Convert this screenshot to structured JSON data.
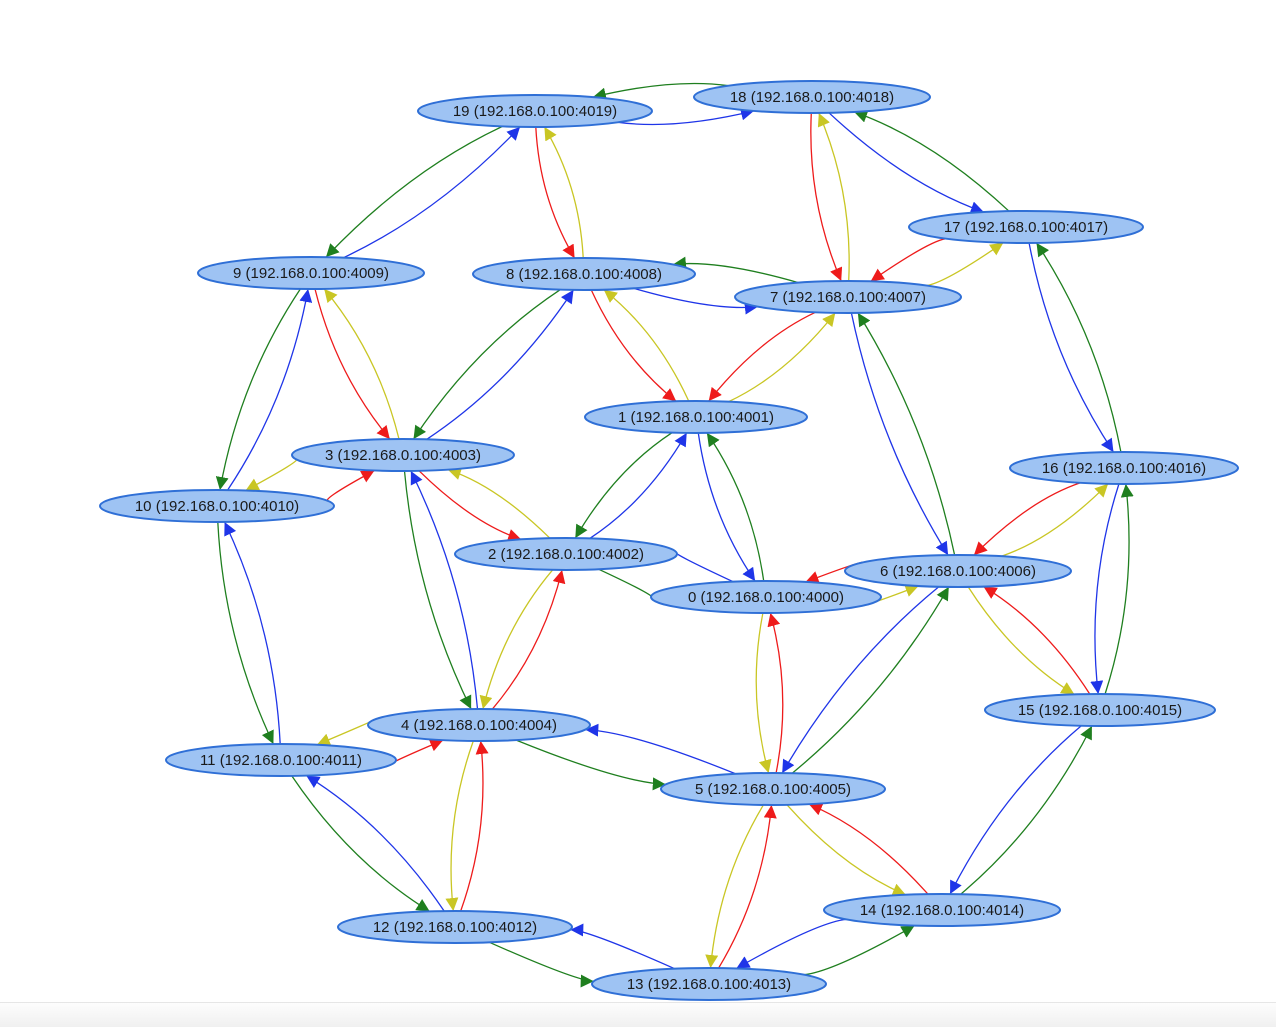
{
  "colors": {
    "node_fill": "#9ec3f3",
    "node_stroke": "#2f6fd6",
    "edge_colors": {
      "red": "#ee1b1b",
      "green": "#1f7f1f",
      "blue": "#1f35e8",
      "yellow": "#c9c624"
    }
  },
  "nodes": [
    {
      "id": "0",
      "label": "0 (192.168.0.100:4000)"
    },
    {
      "id": "1",
      "label": "1 (192.168.0.100:4001)"
    },
    {
      "id": "2",
      "label": "2 (192.168.0.100:4002)"
    },
    {
      "id": "3",
      "label": "3 (192.168.0.100:4003)"
    },
    {
      "id": "4",
      "label": "4 (192.168.0.100:4004)"
    },
    {
      "id": "5",
      "label": "5 (192.168.0.100:4005)"
    },
    {
      "id": "6",
      "label": "6 (192.168.0.100:4006)"
    },
    {
      "id": "7",
      "label": "7 (192.168.0.100:4007)"
    },
    {
      "id": "8",
      "label": "8 (192.168.0.100:4008)"
    },
    {
      "id": "9",
      "label": "9 (192.168.0.100:4009)"
    },
    {
      "id": "10",
      "label": "10 (192.168.0.100:4010)"
    },
    {
      "id": "11",
      "label": "11 (192.168.0.100:4011)"
    },
    {
      "id": "12",
      "label": "12 (192.168.0.100:4012)"
    },
    {
      "id": "13",
      "label": "13 (192.168.0.100:4013)"
    },
    {
      "id": "14",
      "label": "14 (192.168.0.100:4014)"
    },
    {
      "id": "15",
      "label": "15 (192.168.0.100:4015)"
    },
    {
      "id": "16",
      "label": "16 (192.168.0.100:4016)"
    },
    {
      "id": "17",
      "label": "17 (192.168.0.100:4017)"
    },
    {
      "id": "18",
      "label": "18 (192.168.0.100:4018)"
    },
    {
      "id": "19",
      "label": "19 (192.168.0.100:4019)"
    }
  ],
  "edges": [
    {
      "from": "1",
      "to": "0",
      "color": "blue"
    },
    {
      "from": "0",
      "to": "1",
      "color": "green"
    },
    {
      "from": "0",
      "to": "2",
      "color": "blue"
    },
    {
      "from": "2",
      "to": "0",
      "color": "green"
    },
    {
      "from": "0",
      "to": "5",
      "color": "yellow"
    },
    {
      "from": "5",
      "to": "0",
      "color": "red"
    },
    {
      "from": "0",
      "to": "6",
      "color": "yellow"
    },
    {
      "from": "6",
      "to": "0",
      "color": "red"
    },
    {
      "from": "1",
      "to": "2",
      "color": "green"
    },
    {
      "from": "2",
      "to": "1",
      "color": "blue"
    },
    {
      "from": "1",
      "to": "7",
      "color": "yellow"
    },
    {
      "from": "7",
      "to": "1",
      "color": "red"
    },
    {
      "from": "8",
      "to": "1",
      "color": "red"
    },
    {
      "from": "1",
      "to": "8",
      "color": "yellow"
    },
    {
      "from": "3",
      "to": "2",
      "color": "red"
    },
    {
      "from": "2",
      "to": "3",
      "color": "yellow"
    },
    {
      "from": "2",
      "to": "4",
      "color": "yellow"
    },
    {
      "from": "4",
      "to": "2",
      "color": "red"
    },
    {
      "from": "3",
      "to": "4",
      "color": "green"
    },
    {
      "from": "4",
      "to": "3",
      "color": "blue"
    },
    {
      "from": "3",
      "to": "8",
      "color": "blue"
    },
    {
      "from": "8",
      "to": "3",
      "color": "green"
    },
    {
      "from": "9",
      "to": "3",
      "color": "red"
    },
    {
      "from": "3",
      "to": "9",
      "color": "yellow"
    },
    {
      "from": "10",
      "to": "3",
      "color": "red"
    },
    {
      "from": "3",
      "to": "10",
      "color": "yellow"
    },
    {
      "from": "4",
      "to": "5",
      "color": "green"
    },
    {
      "from": "5",
      "to": "4",
      "color": "blue"
    },
    {
      "from": "4",
      "to": "11",
      "color": "yellow"
    },
    {
      "from": "11",
      "to": "4",
      "color": "red"
    },
    {
      "from": "4",
      "to": "12",
      "color": "yellow"
    },
    {
      "from": "12",
      "to": "4",
      "color": "red"
    },
    {
      "from": "5",
      "to": "6",
      "color": "green"
    },
    {
      "from": "6",
      "to": "5",
      "color": "blue"
    },
    {
      "from": "5",
      "to": "13",
      "color": "yellow"
    },
    {
      "from": "13",
      "to": "5",
      "color": "red"
    },
    {
      "from": "5",
      "to": "14",
      "color": "yellow"
    },
    {
      "from": "14",
      "to": "5",
      "color": "red"
    },
    {
      "from": "6",
      "to": "7",
      "color": "green"
    },
    {
      "from": "7",
      "to": "6",
      "color": "blue"
    },
    {
      "from": "6",
      "to": "15",
      "color": "yellow"
    },
    {
      "from": "15",
      "to": "6",
      "color": "red"
    },
    {
      "from": "6",
      "to": "16",
      "color": "yellow"
    },
    {
      "from": "16",
      "to": "6",
      "color": "red"
    },
    {
      "from": "8",
      "to": "7",
      "color": "blue"
    },
    {
      "from": "7",
      "to": "8",
      "color": "green"
    },
    {
      "from": "7",
      "to": "17",
      "color": "yellow"
    },
    {
      "from": "17",
      "to": "7",
      "color": "red"
    },
    {
      "from": "7",
      "to": "18",
      "color": "yellow"
    },
    {
      "from": "18",
      "to": "7",
      "color": "red"
    },
    {
      "from": "8",
      "to": "19",
      "color": "yellow"
    },
    {
      "from": "19",
      "to": "8",
      "color": "red"
    },
    {
      "from": "9",
      "to": "10",
      "color": "green"
    },
    {
      "from": "10",
      "to": "9",
      "color": "blue"
    },
    {
      "from": "9",
      "to": "19",
      "color": "blue"
    },
    {
      "from": "19",
      "to": "9",
      "color": "green"
    },
    {
      "from": "10",
      "to": "11",
      "color": "green"
    },
    {
      "from": "11",
      "to": "10",
      "color": "blue"
    },
    {
      "from": "11",
      "to": "12",
      "color": "green"
    },
    {
      "from": "12",
      "to": "11",
      "color": "blue"
    },
    {
      "from": "12",
      "to": "13",
      "color": "green"
    },
    {
      "from": "13",
      "to": "12",
      "color": "blue"
    },
    {
      "from": "13",
      "to": "14",
      "color": "green"
    },
    {
      "from": "14",
      "to": "13",
      "color": "blue"
    },
    {
      "from": "14",
      "to": "15",
      "color": "green"
    },
    {
      "from": "15",
      "to": "14",
      "color": "blue"
    },
    {
      "from": "15",
      "to": "16",
      "color": "green"
    },
    {
      "from": "16",
      "to": "15",
      "color": "blue"
    },
    {
      "from": "16",
      "to": "17",
      "color": "green"
    },
    {
      "from": "17",
      "to": "16",
      "color": "blue"
    },
    {
      "from": "17",
      "to": "18",
      "color": "green"
    },
    {
      "from": "18",
      "to": "17",
      "color": "blue"
    },
    {
      "from": "18",
      "to": "19",
      "color": "green"
    },
    {
      "from": "19",
      "to": "18",
      "color": "blue"
    }
  ]
}
